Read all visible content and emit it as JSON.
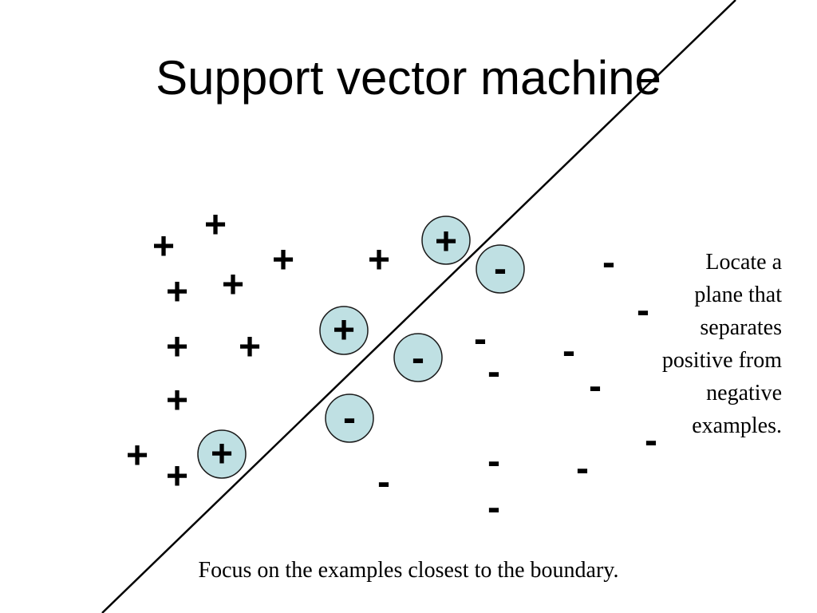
{
  "title": "Support vector machine",
  "note_lines": [
    "Locate a",
    "plane that",
    "separates",
    "positive from",
    "negative",
    "examples."
  ],
  "caption": "Focus on the examples closest to the boundary.",
  "symbols": {
    "positive": "+",
    "negative": "-"
  },
  "colors": {
    "support_circle_fill": "#bfe0e3",
    "line": "#000000"
  }
}
